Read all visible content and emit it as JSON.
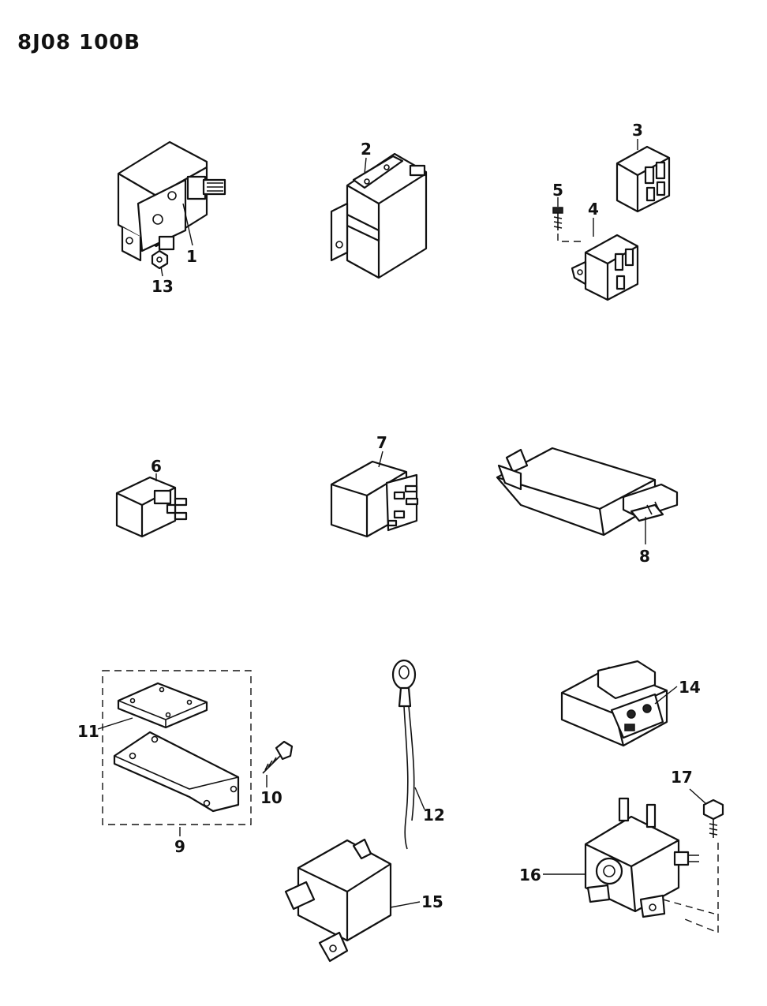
{
  "diagram": {
    "code": "8J08 100B",
    "callouts": [
      "1",
      "2",
      "3",
      "4",
      "5",
      "6",
      "7",
      "8",
      "9",
      "10",
      "11",
      "12",
      "13",
      "14",
      "15",
      "16",
      "17"
    ]
  }
}
